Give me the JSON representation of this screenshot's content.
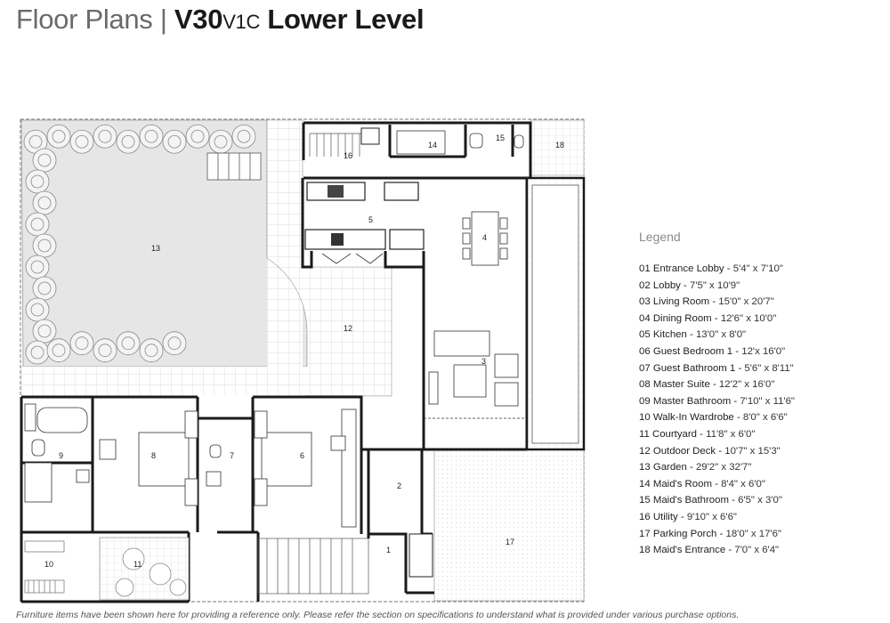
{
  "title": {
    "part1": "Floor Plans",
    "separator": "|",
    "code": "V30",
    "variant": "V1C",
    "level": "Lower Level"
  },
  "legend": {
    "heading": "Legend",
    "items": [
      {
        "name": "01 Entrance Lobby",
        "dim": "5'4\" x 7'10\""
      },
      {
        "name": "02 Lobby",
        "dim": "7'5\" x 10'9\""
      },
      {
        "name": "03 Living Room",
        "dim": "15'0\" x 20'7\""
      },
      {
        "name": "04 Dining Room",
        "dim": "12'6\" x 10'0\""
      },
      {
        "name": "05 Kitchen",
        "dim": "13'0\" x 8'0\""
      },
      {
        "name": "06 Guest Bedroom 1",
        "dim": "12'x 16'0\""
      },
      {
        "name": "07 Guest Bathroom 1",
        "dim": "5'6\" x 8'11\""
      },
      {
        "name": "08 Master Suite",
        "dim": "12'2\" x 16'0\""
      },
      {
        "name": "09 Master Bathroom",
        "dim": "7'10\" x 11'6\""
      },
      {
        "name": "10 Walk-In Wardrobe",
        "dim": "8'0\" x 6'6\""
      },
      {
        "name": "11 Courtyard",
        "dim": "11'8\" x 6'0\""
      },
      {
        "name": "12 Outdoor Deck",
        "dim": "10'7\" x 15'3\""
      },
      {
        "name": "13 Garden",
        "dim": "29'2\" x 32'7\""
      },
      {
        "name": "14 Maid's Room",
        "dim": "8'4\" x 6'0\""
      },
      {
        "name": "15 Maid's Bathroom",
        "dim": "6'5\" x 3'0\""
      },
      {
        "name": "16 Utility",
        "dim": "9'10\" x 6'6\""
      },
      {
        "name": "17 Parking Porch",
        "dim": "18'0\" x 17'6\""
      },
      {
        "name": "18 Maid's Entrance",
        "dim": "7'0\" x 6'4\""
      }
    ]
  },
  "room_labels": [
    "1",
    "2",
    "3",
    "4",
    "5",
    "6",
    "7",
    "8",
    "9",
    "10",
    "11",
    "12",
    "13",
    "14",
    "15",
    "16",
    "17",
    "18"
  ],
  "footer": "Furniture items have been shown here for providing a reference only. Please refer the section on specifications to understand what is provided under various purchase options."
}
